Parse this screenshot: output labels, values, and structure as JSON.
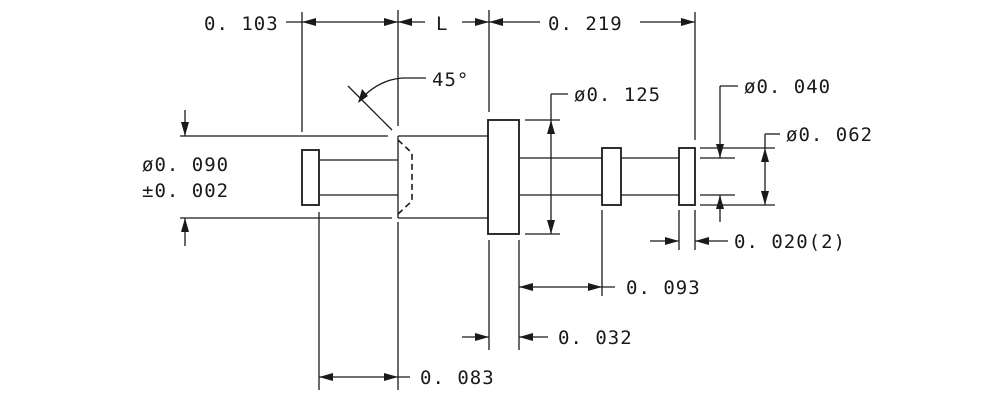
{
  "dimensions": {
    "dim_0103": "0. 103",
    "dim_L": "L",
    "dim_0219": "0. 219",
    "angle_45": "45°",
    "dia_0125": "ø0. 125",
    "dia_0040": "ø0. 040",
    "dia_0062": "ø0. 062",
    "dia_0090": "ø0. 090",
    "tol_0002": "±0. 002",
    "dim_0020_2": "0. 020(2)",
    "dim_0093": "0. 093",
    "dim_0032": "0. 032",
    "dim_0083": "0. 083"
  }
}
